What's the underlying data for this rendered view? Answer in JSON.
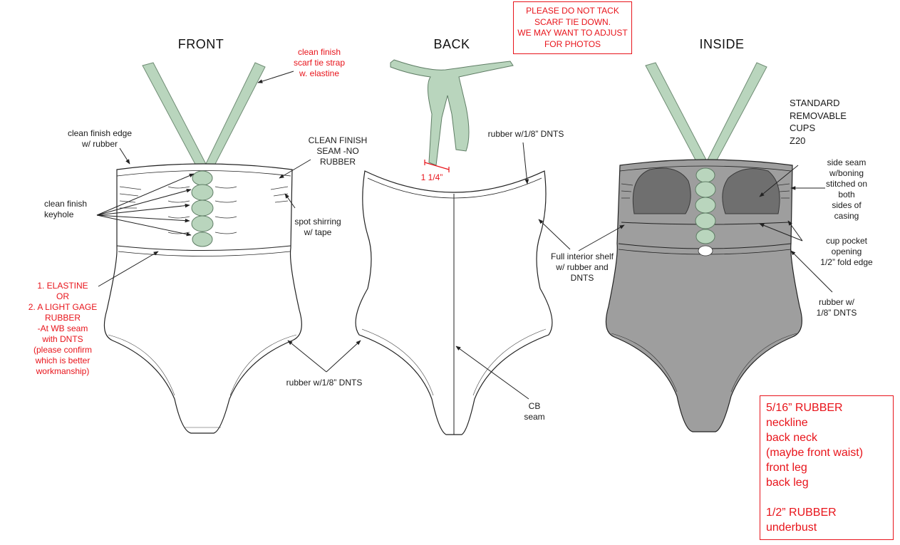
{
  "views": {
    "front": "FRONT",
    "back": "BACK",
    "inside": "INSIDE"
  },
  "colors": {
    "strap": "#b9d5bd",
    "strap_stroke": "#6f8c74",
    "inside_fill": "#9e9e9e",
    "cup_fill": "#6f6f6f",
    "note_red": "#e8141b",
    "line": "#222222"
  },
  "notes": {
    "top_box": "PLEASE DO NOT TACK\nSCARF TIE DOWN.\nWE MAY WANT TO ADJUST\nFOR PHOTOS",
    "spec_box": {
      "lines1": "5/16” RUBBER\nneckline\nback neck\n(maybe front waist)\nfront leg\nback leg",
      "lines2": "1/2” RUBBER\nunderbust"
    }
  },
  "front_callouts": {
    "scarf_strap": "clean finish\nscarf tie strap\nw. elastine",
    "finish_edge": "clean finish edge\nw/ rubber",
    "seam_no_rubber": "CLEAN FINISH\nSEAM -NO\nRUBBER",
    "keyhole": "clean finish\nkeyhole",
    "shirring": "spot shirring\nw/ tape",
    "elastine": "1. ELASTINE\nOR\n2. A LIGHT GAGE\nRUBBER\n-At WB seam\nwith DNTS\n(please confirm\nwhich is better\nworkmanship)",
    "leg_rubber": "rubber w/1/8” DNTS"
  },
  "back_callouts": {
    "tie_width": "1 1/4”",
    "neck_rubber": "rubber w/1/8” DNTS",
    "cb_seam": "CB\nseam",
    "shelf": "Full interior shelf\nw/ rubber and\nDNTS"
  },
  "inside_callouts": {
    "cups": "STANDARD\nREMOVABLE\nCUPS\nZ20",
    "side_seam": "side seam\nw/boning\nstitched on both\nsides of casing",
    "cup_opening": "cup pocket opening\n1/2” fold edge",
    "underbust_rubber": "rubber w/\n1/8” DNTS"
  }
}
